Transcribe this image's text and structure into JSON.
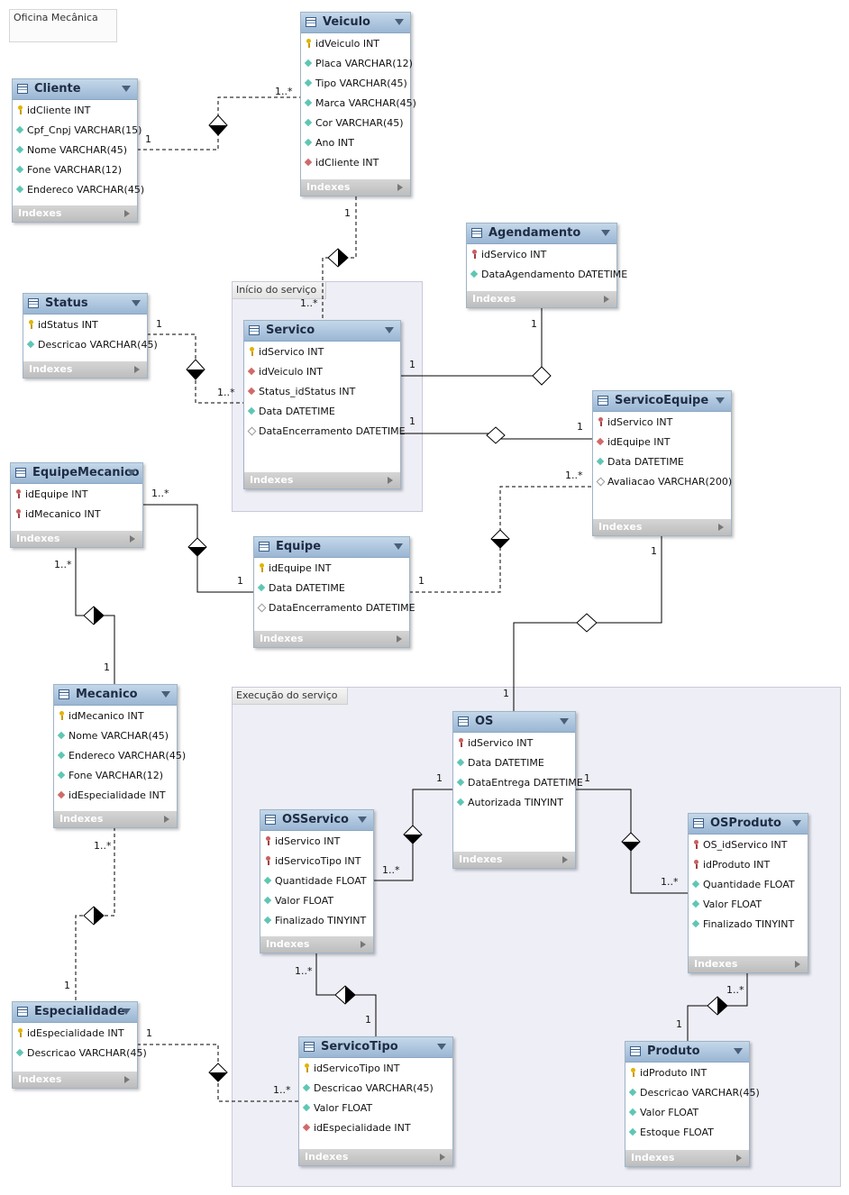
{
  "layers": [
    {
      "id": "oficina",
      "title": "Oficina Mecânica"
    },
    {
      "id": "inicio",
      "title": "Início do serviço"
    },
    {
      "id": "execucao",
      "title": "Execução do serviço"
    }
  ],
  "indexes_label": "Indexes",
  "entities": [
    {
      "id": "cliente",
      "name": "Cliente",
      "columns": [
        {
          "name": "idCliente INT",
          "kind": "pk"
        },
        {
          "name": "Cpf_Cnpj VARCHAR(15)",
          "kind": "col"
        },
        {
          "name": "Nome VARCHAR(45)",
          "kind": "col"
        },
        {
          "name": "Fone VARCHAR(12)",
          "kind": "col"
        },
        {
          "name": "Endereco VARCHAR(45)",
          "kind": "col"
        }
      ]
    },
    {
      "id": "veiculo",
      "name": "Veiculo",
      "columns": [
        {
          "name": "idVeiculo INT",
          "kind": "pk"
        },
        {
          "name": "Placa VARCHAR(12)",
          "kind": "col"
        },
        {
          "name": "Tipo VARCHAR(45)",
          "kind": "col"
        },
        {
          "name": "Marca VARCHAR(45)",
          "kind": "col"
        },
        {
          "name": "Cor VARCHAR(45)",
          "kind": "col"
        },
        {
          "name": "Ano INT",
          "kind": "col"
        },
        {
          "name": "idCliente INT",
          "kind": "fk"
        }
      ]
    },
    {
      "id": "agendamento",
      "name": "Agendamento",
      "columns": [
        {
          "name": "idServico INT",
          "kind": "pfk"
        },
        {
          "name": "DataAgendamento DATETIME",
          "kind": "col"
        }
      ]
    },
    {
      "id": "status",
      "name": "Status",
      "columns": [
        {
          "name": "idStatus INT",
          "kind": "pk"
        },
        {
          "name": "Descricao VARCHAR(45)",
          "kind": "col"
        }
      ]
    },
    {
      "id": "servico",
      "name": "Servico",
      "columns": [
        {
          "name": "idServico INT",
          "kind": "pk"
        },
        {
          "name": "idVeiculo INT",
          "kind": "fk"
        },
        {
          "name": "Status_idStatus INT",
          "kind": "fk"
        },
        {
          "name": "Data DATETIME",
          "kind": "col"
        },
        {
          "name": "DataEncerramento DATETIME",
          "kind": "null"
        }
      ]
    },
    {
      "id": "servicoequipe",
      "name": "ServicoEquipe",
      "columns": [
        {
          "name": "idServico INT",
          "kind": "pfk"
        },
        {
          "name": "idEquipe INT",
          "kind": "fk"
        },
        {
          "name": "Data DATETIME",
          "kind": "col"
        },
        {
          "name": "Avaliacao VARCHAR(200)",
          "kind": "null"
        }
      ]
    },
    {
      "id": "equipemecanico",
      "name": "EquipeMecanico",
      "columns": [
        {
          "name": "idEquipe INT",
          "kind": "pfk"
        },
        {
          "name": "idMecanico INT",
          "kind": "pfk"
        }
      ]
    },
    {
      "id": "equipe",
      "name": "Equipe",
      "columns": [
        {
          "name": "idEquipe INT",
          "kind": "pk"
        },
        {
          "name": "Data DATETIME",
          "kind": "col"
        },
        {
          "name": "DataEncerramento DATETIME",
          "kind": "null"
        }
      ]
    },
    {
      "id": "mecanico",
      "name": "Mecanico",
      "columns": [
        {
          "name": "idMecanico INT",
          "kind": "pk"
        },
        {
          "name": "Nome VARCHAR(45)",
          "kind": "col"
        },
        {
          "name": "Endereco VARCHAR(45)",
          "kind": "col"
        },
        {
          "name": "Fone VARCHAR(12)",
          "kind": "col"
        },
        {
          "name": "idEspecialidade INT",
          "kind": "fk"
        }
      ]
    },
    {
      "id": "os",
      "name": "OS",
      "columns": [
        {
          "name": "idServico INT",
          "kind": "pfk"
        },
        {
          "name": "Data DATETIME",
          "kind": "col"
        },
        {
          "name": "DataEntrega DATETIME",
          "kind": "col"
        },
        {
          "name": "Autorizada TINYINT",
          "kind": "col"
        }
      ]
    },
    {
      "id": "osservico",
      "name": "OSServico",
      "columns": [
        {
          "name": "idServico INT",
          "kind": "pfk"
        },
        {
          "name": "idServicoTipo INT",
          "kind": "pfk"
        },
        {
          "name": "Quantidade FLOAT",
          "kind": "col"
        },
        {
          "name": "Valor FLOAT",
          "kind": "col"
        },
        {
          "name": "Finalizado TINYINT",
          "kind": "col"
        }
      ]
    },
    {
      "id": "osproduto",
      "name": "OSProduto",
      "columns": [
        {
          "name": "OS_idServico INT",
          "kind": "pfk"
        },
        {
          "name": "idProduto INT",
          "kind": "pfk"
        },
        {
          "name": "Quantidade FLOAT",
          "kind": "col"
        },
        {
          "name": "Valor FLOAT",
          "kind": "col"
        },
        {
          "name": "Finalizado TINYINT",
          "kind": "col"
        }
      ]
    },
    {
      "id": "especialidade",
      "name": "Especialidade",
      "columns": [
        {
          "name": "idEspecialidade INT",
          "kind": "pk"
        },
        {
          "name": "Descricao VARCHAR(45)",
          "kind": "col"
        }
      ]
    },
    {
      "id": "servicotipo",
      "name": "ServicoTipo",
      "columns": [
        {
          "name": "idServicoTipo INT",
          "kind": "pk"
        },
        {
          "name": "Descricao VARCHAR(45)",
          "kind": "col"
        },
        {
          "name": "Valor FLOAT",
          "kind": "col"
        },
        {
          "name": "idEspecialidade INT",
          "kind": "fk"
        }
      ]
    },
    {
      "id": "produto",
      "name": "Produto",
      "columns": [
        {
          "name": "idProduto INT",
          "kind": "pk"
        },
        {
          "name": "Descricao VARCHAR(45)",
          "kind": "col"
        },
        {
          "name": "Valor FLOAT",
          "kind": "col"
        },
        {
          "name": "Estoque FLOAT",
          "kind": "col"
        }
      ]
    }
  ],
  "relationships": [
    {
      "id": "cliente-veiculo",
      "from": "Cliente",
      "to": "Veiculo",
      "from_card": "1",
      "to_card": "1..*",
      "identifying": false
    },
    {
      "id": "veiculo-servico",
      "from": "Veiculo",
      "to": "Servico",
      "from_card": "1",
      "to_card": "1..*",
      "identifying": false
    },
    {
      "id": "status-servico",
      "from": "Status",
      "to": "Servico",
      "from_card": "1",
      "to_card": "1..*",
      "identifying": false
    },
    {
      "id": "servico-agendamento",
      "from": "Servico",
      "to": "Agendamento",
      "from_card": "1",
      "to_card": "1",
      "identifying": true
    },
    {
      "id": "servico-servicoequipe",
      "from": "Servico",
      "to": "ServicoEquipe",
      "from_card": "1",
      "to_card": "1",
      "identifying": true
    },
    {
      "id": "equipe-servicoequipe",
      "from": "Equipe",
      "to": "ServicoEquipe",
      "from_card": "1",
      "to_card": "1..*",
      "identifying": false
    },
    {
      "id": "equipe-equipemecanico",
      "from": "Equipe",
      "to": "EquipeMecanico",
      "from_card": "1",
      "to_card": "1..*",
      "identifying": true
    },
    {
      "id": "mecanico-equipemecanico",
      "from": "Mecanico",
      "to": "EquipeMecanico",
      "from_card": "1",
      "to_card": "1..*",
      "identifying": true
    },
    {
      "id": "servicoequipe-os",
      "from": "ServicoEquipe",
      "to": "OS",
      "from_card": "1",
      "to_card": "1",
      "identifying": true
    },
    {
      "id": "especialidade-mecanico",
      "from": "Especialidade",
      "to": "Mecanico",
      "from_card": "1",
      "to_card": "1..*",
      "identifying": false
    },
    {
      "id": "os-osservico",
      "from": "OS",
      "to": "OSServico",
      "from_card": "1",
      "to_card": "1..*",
      "identifying": true
    },
    {
      "id": "os-osproduto",
      "from": "OS",
      "to": "OSProduto",
      "from_card": "1",
      "to_card": "1..*",
      "identifying": true
    },
    {
      "id": "servicotipo-osservico",
      "from": "ServicoTipo",
      "to": "OSServico",
      "from_card": "1",
      "to_card": "1..*",
      "identifying": true
    },
    {
      "id": "produto-osproduto",
      "from": "Produto",
      "to": "OSProduto",
      "from_card": "1",
      "to_card": "1..*",
      "identifying": true
    },
    {
      "id": "especialidade-servicotipo",
      "from": "Especialidade",
      "to": "ServicoTipo",
      "from_card": "1",
      "to_card": "1..*",
      "identifying": false
    }
  ]
}
